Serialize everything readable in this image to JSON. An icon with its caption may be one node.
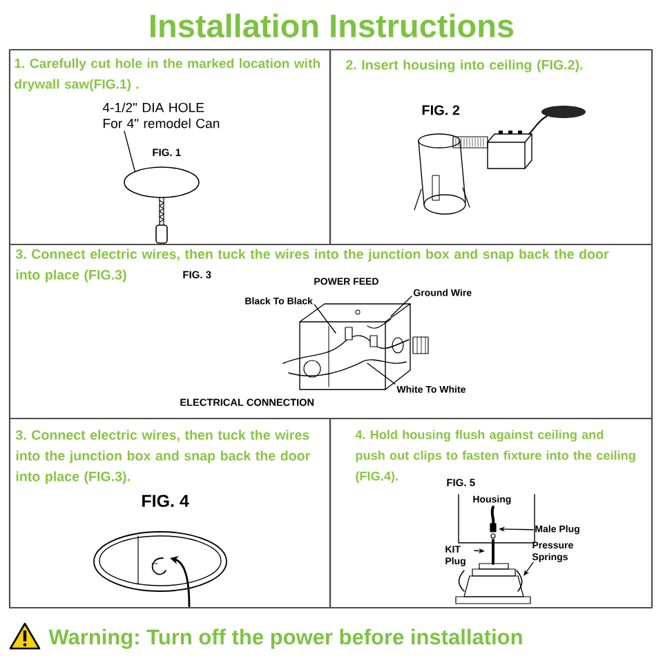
{
  "diagram": {
    "title": "Installation Instructions",
    "nodes": [
      {
        "text": [
          "1. Carefully cut hole in the marked location with drywall saw(FIG.1) .",
          "FIG. 1"
        ]
      },
      {
        "text": [
          "4-1/2\" DIA HOLE For 4\" remodel Can"
        ],
        "in": 0
      },
      {
        "text": [],
        "shape": "circle",
        "in": 0
      },
      {
        "text": [
          "2. Insert housing into ceiling (FIG.2).",
          "FIG. 2"
        ]
      },
      {
        "text": [
          "3. Connect electric wires, then tuck the wires into the junction box and snap back the door into place (FIG.3)",
          "FIG. 3",
          "POWER FEED",
          "ELECTRICAL CONNECTION"
        ]
      },
      {
        "text": [
          "Black To Black"
        ],
        "in": 4
      },
      {
        "text": [
          "Ground Wire"
        ],
        "in": 4
      },
      {
        "text": [
          "White To White"
        ],
        "in": 4
      },
      {
        "text": [
          "3. Connect electric wires, then tuck the wires into the junction box and snap back the door into place (FIG.3).",
          "FIG. 4"
        ]
      },
      {
        "text": [
          "4. Hold housing flush against ceiling and push out clips to fasten fixture into the ceiling (FIG.4).",
          "FIG. 5",
          "Housing"
        ]
      },
      {
        "text": [
          "Male Plug"
        ],
        "in": 9
      },
      {
        "text": [
          "KIT Plug"
        ],
        "in": 9
      },
      {
        "text": [
          "Pressure Springs"
        ],
        "in": 9
      }
    ],
    "edges": [
      {
        "from": 1,
        "to": 2,
        "arrow": "none"
      },
      {
        "from": 5,
        "to": null,
        "arrow": "none"
      },
      {
        "from": 6,
        "to": null,
        "arrow": "none"
      },
      {
        "from": 7,
        "to": null,
        "arrow": "none"
      },
      {
        "from": 10,
        "to": null,
        "arrow": "to"
      },
      {
        "from": 11,
        "to": null,
        "arrow": "to"
      },
      {
        "from": 12,
        "to": null,
        "arrow": "to"
      }
    ],
    "labels": [
      "Warning: Turn off the power before installation"
    ]
  }
}
